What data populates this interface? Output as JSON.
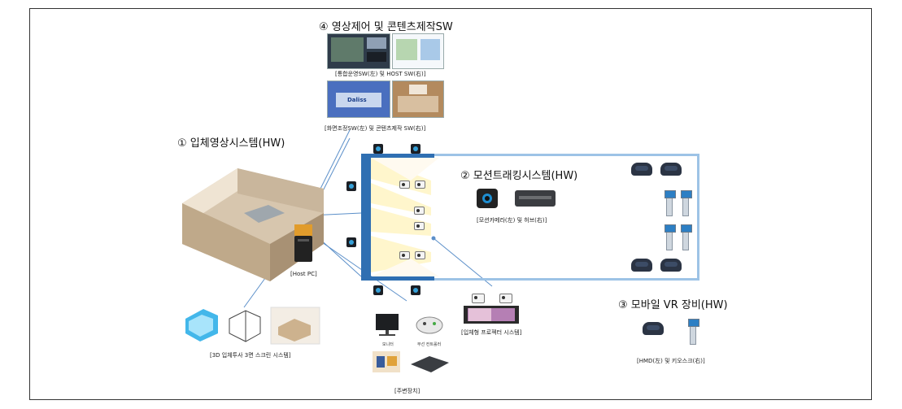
{
  "sections": {
    "sw": {
      "title": "④ 영상제어 및 콘텐츠제작SW",
      "caption_top": "[통합운영SW(左) 및 HOST SW(右)]",
      "caption_bottom": "[화면조정SW(左) 및 콘텐츠제작 SW(右)]",
      "logo_text": "Daliss"
    },
    "hw3d": {
      "title": "① 입체영상시스템(HW)",
      "host_pc_caption": "[Host PC]",
      "screen_caption": "[3D 입체투사 3면 스크린 시스템]"
    },
    "motion": {
      "title": "② 모션트래킹시스템(HW)",
      "caption": "[모션카메라(左) 및 허브(右)]"
    },
    "projector": {
      "caption": "[입체형 프로젝터 시스템]"
    },
    "peripheral": {
      "monitor_label": "모니터",
      "pad_label": "무선 컨트롤러",
      "caption": "[주변장치]"
    },
    "mobile": {
      "title": "③ 모바일 VR 장비(HW)",
      "caption": "[HMD(左) 및 키오스크(右)]"
    }
  },
  "colors": {
    "stage_border": "#9dc3e6",
    "screen_blue": "#2f6fb2",
    "connector_line": "#5b8fc9",
    "beam": "#fff6cc"
  }
}
